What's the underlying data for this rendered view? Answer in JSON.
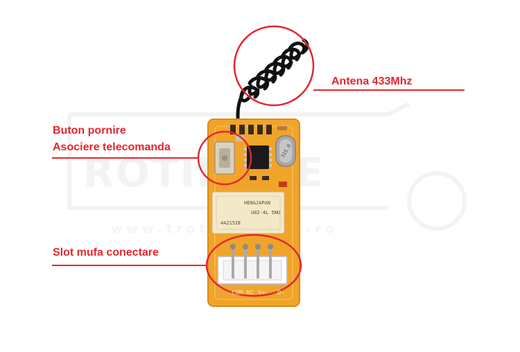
{
  "colors": {
    "accent": "#e3262e",
    "label_text": "#e3262e",
    "pcb": "#f0a42a",
    "pcb_edge": "#d98b1a",
    "relay": "#f3e9c8",
    "antenna": "#111111",
    "watermark": "#f2f2f2"
  },
  "labels": {
    "antenna": "Antena 433Mhz",
    "button_line1": "Buton pornire",
    "button_line2": "Asociere telecomanda",
    "connector": "Slot mufa conectare"
  },
  "watermark": {
    "text": "ROTIMATE",
    "url": "www.trotinetmate.ro"
  },
  "board": {
    "relay_line1": "HENGJAPAN",
    "relay_line2": "U02-4L 5NU",
    "relay_line3": "4A215IE",
    "crystal": "315.0",
    "pins": "COM NC V+",
    "pin_right": "D-"
  }
}
